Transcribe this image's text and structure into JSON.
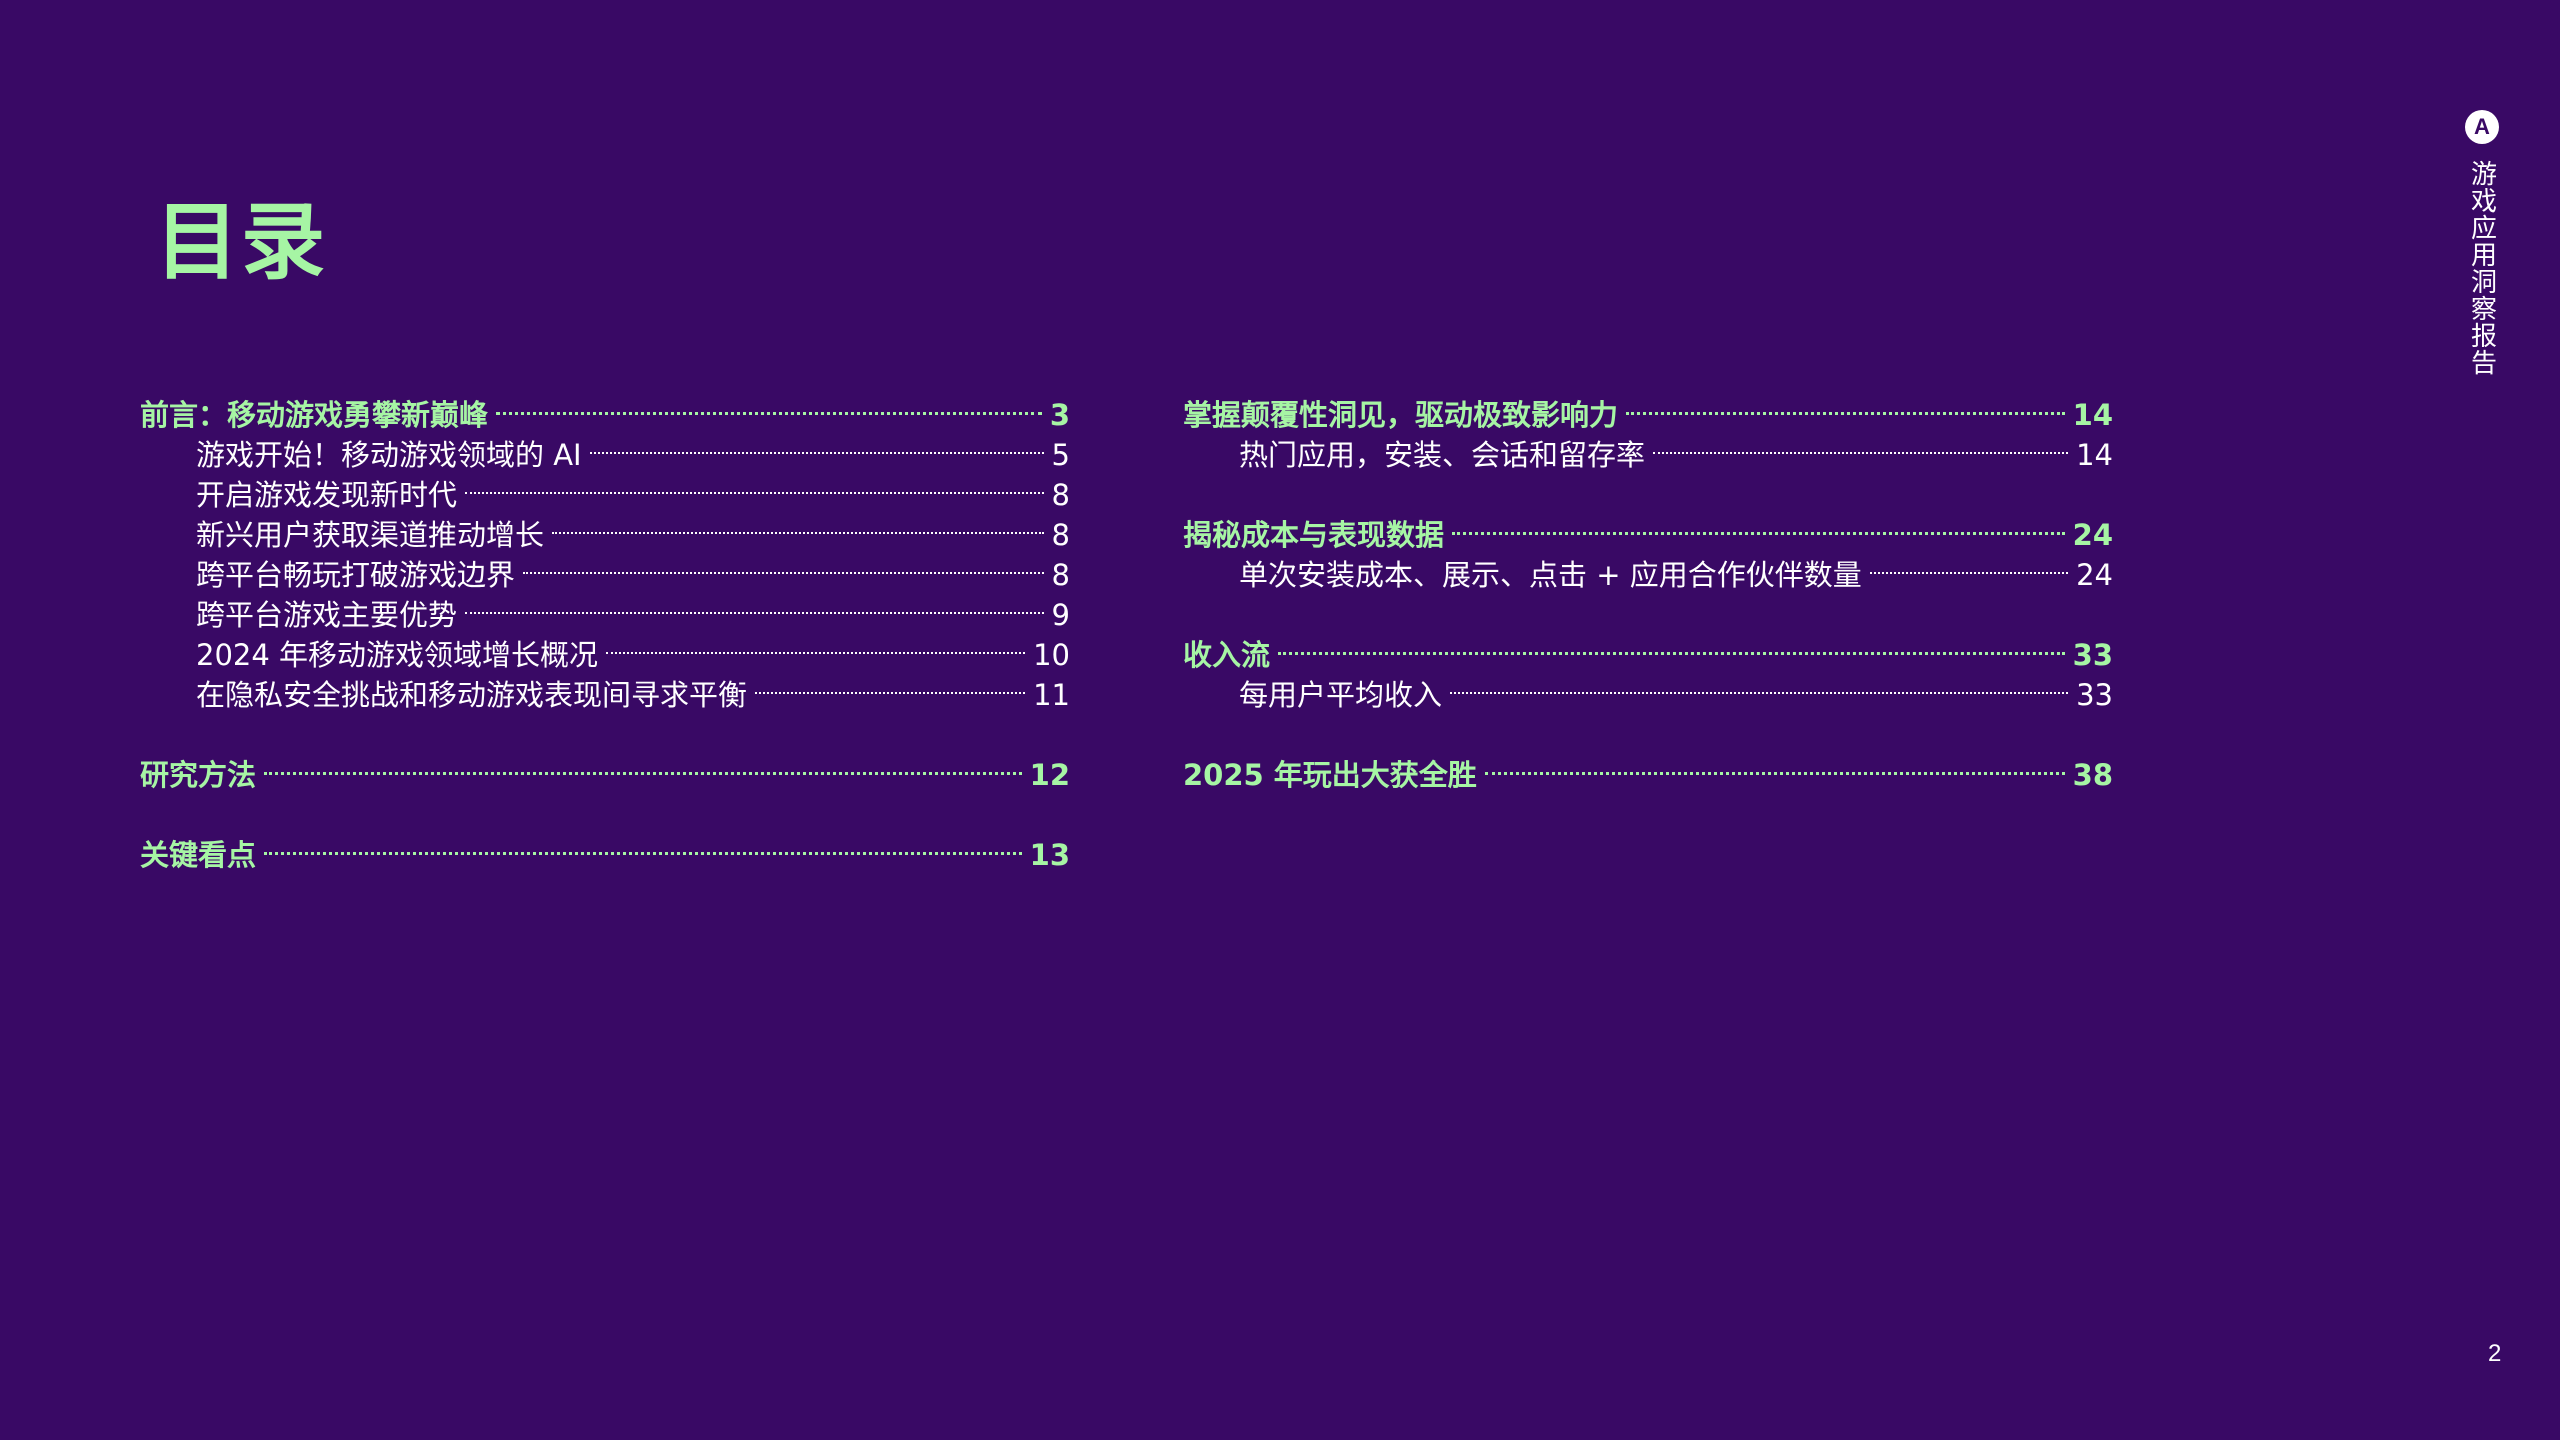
{
  "title": "目录",
  "brand_label": "游戏应用洞察报告",
  "page_number": "2",
  "left_toc": [
    {
      "type": "main",
      "label": "前言：移动游戏勇攀新巅峰",
      "page": "3"
    },
    {
      "type": "sub",
      "label": "游戏开始！移动游戏领域的 AI",
      "page": "5"
    },
    {
      "type": "sub",
      "label": "开启游戏发现新时代",
      "page": "8"
    },
    {
      "type": "sub",
      "label": "新兴用户获取渠道推动增长",
      "page": "8"
    },
    {
      "type": "sub",
      "label": "跨平台畅玩打破游戏边界",
      "page": "8"
    },
    {
      "type": "sub",
      "label": "跨平台游戏主要优势",
      "page": "9"
    },
    {
      "type": "sub",
      "label": "2024 年移动游戏领域增长概况",
      "page": "10"
    },
    {
      "type": "sub",
      "label": "在隐私安全挑战和移动游戏表现间寻求平衡",
      "page": "11"
    },
    {
      "type": "gap"
    },
    {
      "type": "main",
      "label": "研究方法",
      "page": "12"
    },
    {
      "type": "gap"
    },
    {
      "type": "main",
      "label": "关键看点",
      "page": "13"
    }
  ],
  "right_toc": [
    {
      "type": "main",
      "label": "掌握颠覆性洞见，驱动极致影响力",
      "page": "14"
    },
    {
      "type": "sub",
      "label": "热门应用，安装、会话和留存率",
      "page": "14"
    },
    {
      "type": "gap"
    },
    {
      "type": "main",
      "label": "揭秘成本与表现数据",
      "page": "24"
    },
    {
      "type": "sub",
      "label": "单次安装成本、展示、点击 + 应用合作伙伴数量",
      "page": "24"
    },
    {
      "type": "gap"
    },
    {
      "type": "main",
      "label": "收入流",
      "page": "33"
    },
    {
      "type": "sub",
      "label": "每用户平均收入",
      "page": "33"
    },
    {
      "type": "gap"
    },
    {
      "type": "main",
      "label": "2025 年玩出大获全胜",
      "page": "38"
    }
  ],
  "colors": {
    "background": "#390965",
    "accent": "#a6f5a4",
    "text": "#ffffff"
  },
  "icons": {
    "brand_logo": "adjust-logo-icon"
  }
}
